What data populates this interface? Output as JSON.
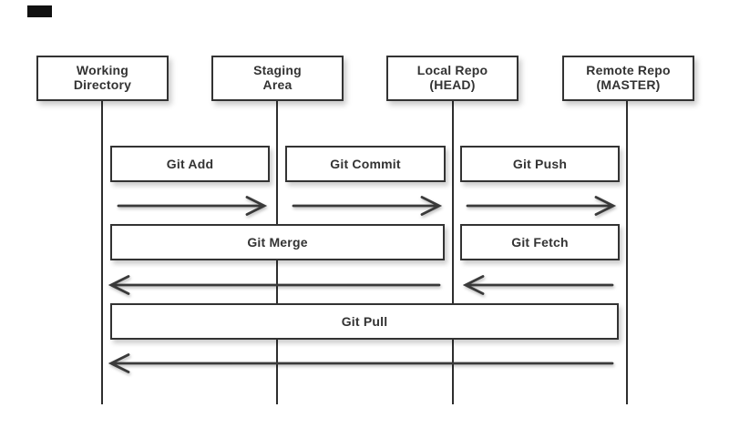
{
  "diagram": {
    "columns": [
      {
        "id": "working-directory",
        "line1": "Working",
        "line2": "Directory"
      },
      {
        "id": "staging-area",
        "line1": "Staging",
        "line2": "Area"
      },
      {
        "id": "local-repo",
        "line1": "Local Repo",
        "line2": "(HEAD)"
      },
      {
        "id": "remote-repo",
        "line1": "Remote Repo",
        "line2": "(MASTER)"
      }
    ],
    "operations": [
      {
        "label": "Git Add",
        "direction": "right",
        "from": "Working Directory",
        "to": "Staging Area"
      },
      {
        "label": "Git Commit",
        "direction": "right",
        "from": "Staging Area",
        "to": "Local Repo (HEAD)"
      },
      {
        "label": "Git Push",
        "direction": "right",
        "from": "Local Repo (HEAD)",
        "to": "Remote Repo (MASTER)"
      },
      {
        "label": "Git Merge",
        "direction": "left",
        "from": "Local Repo (HEAD)",
        "to": "Working Directory"
      },
      {
        "label": "Git Fetch",
        "direction": "left",
        "from": "Remote Repo (MASTER)",
        "to": "Local Repo (HEAD)"
      },
      {
        "label": "Git Pull",
        "direction": "left",
        "from": "Remote Repo (MASTER)",
        "to": "Working Directory"
      }
    ],
    "colors": {
      "background": "#ffffff",
      "line": "#333333",
      "box_fill": "#ffffff",
      "corner_mark": "#111111"
    }
  }
}
